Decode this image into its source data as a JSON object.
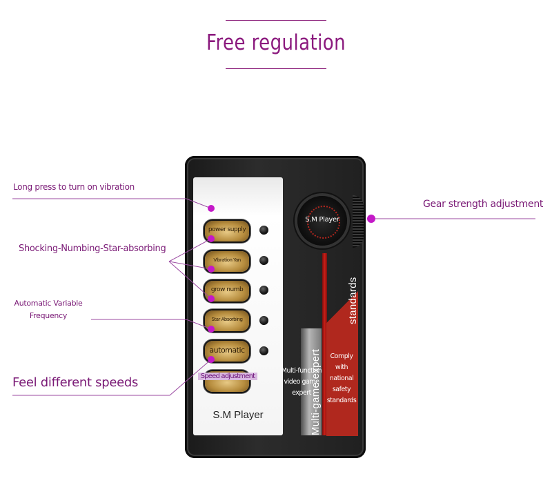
{
  "header": {
    "title": "Free regulation"
  },
  "device": {
    "buttons": [
      {
        "label": "power supply"
      },
      {
        "label": "Vibration Yan"
      },
      {
        "label": "grow numb"
      },
      {
        "label": "Star Absorbing"
      },
      {
        "label": "automatic"
      },
      {
        "label": "Speed adjustment"
      }
    ],
    "brand": "S.M Player",
    "knob_label": "S.M Player",
    "vertical_text_left": "Multi-game expert",
    "vertical_text_right": "standards",
    "caption_left": [
      "Multi-function",
      "video game",
      "expert"
    ],
    "caption_right": [
      "Comply",
      "with",
      "national",
      "safety",
      "standards"
    ]
  },
  "callouts": {
    "long_press": "Long press to turn on vibration",
    "shocking": "Shocking-Numbing-Star-absorbing",
    "auto_freq": [
      "Automatic Variable",
      "Frequency"
    ],
    "feel_speeds": "Feel different speeds",
    "gear": "Gear strength adjustment"
  },
  "colors": {
    "accent": "#8b1a7e",
    "line": "#9b4aa2",
    "dot": "#c419c8"
  }
}
